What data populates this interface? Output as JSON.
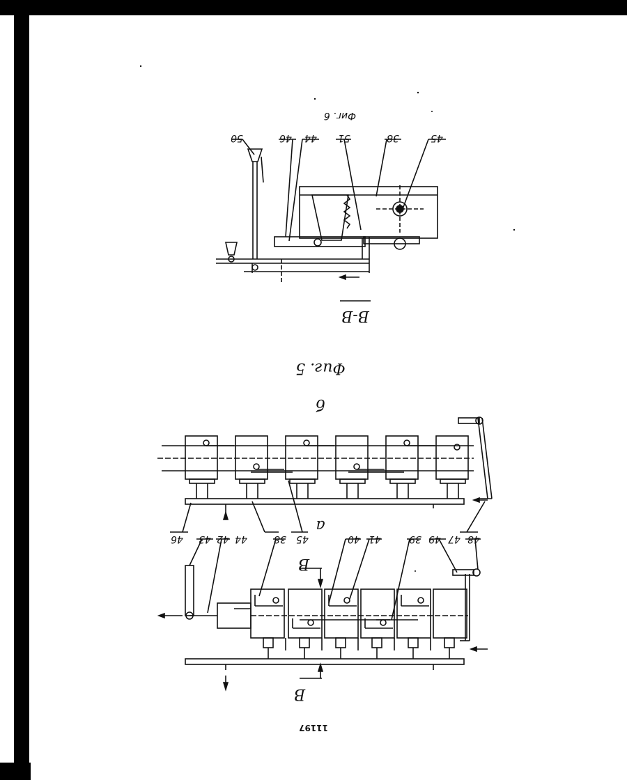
{
  "page_number": "11197",
  "figure_5_caption": "Фиг. 5",
  "figure_6_caption": "Фиг. 6",
  "subfigure_a": "а",
  "subfigure_b": "б",
  "section_label": "В-В",
  "section_mark": "В",
  "fig6_part_labels": [
    "50",
    "46",
    "44",
    "51",
    "38",
    "45"
  ],
  "fig5b_part_labels": [
    "46",
    "43",
    "42",
    "44",
    "38",
    "45",
    "40",
    "41",
    "39",
    "49",
    "47",
    "48"
  ]
}
